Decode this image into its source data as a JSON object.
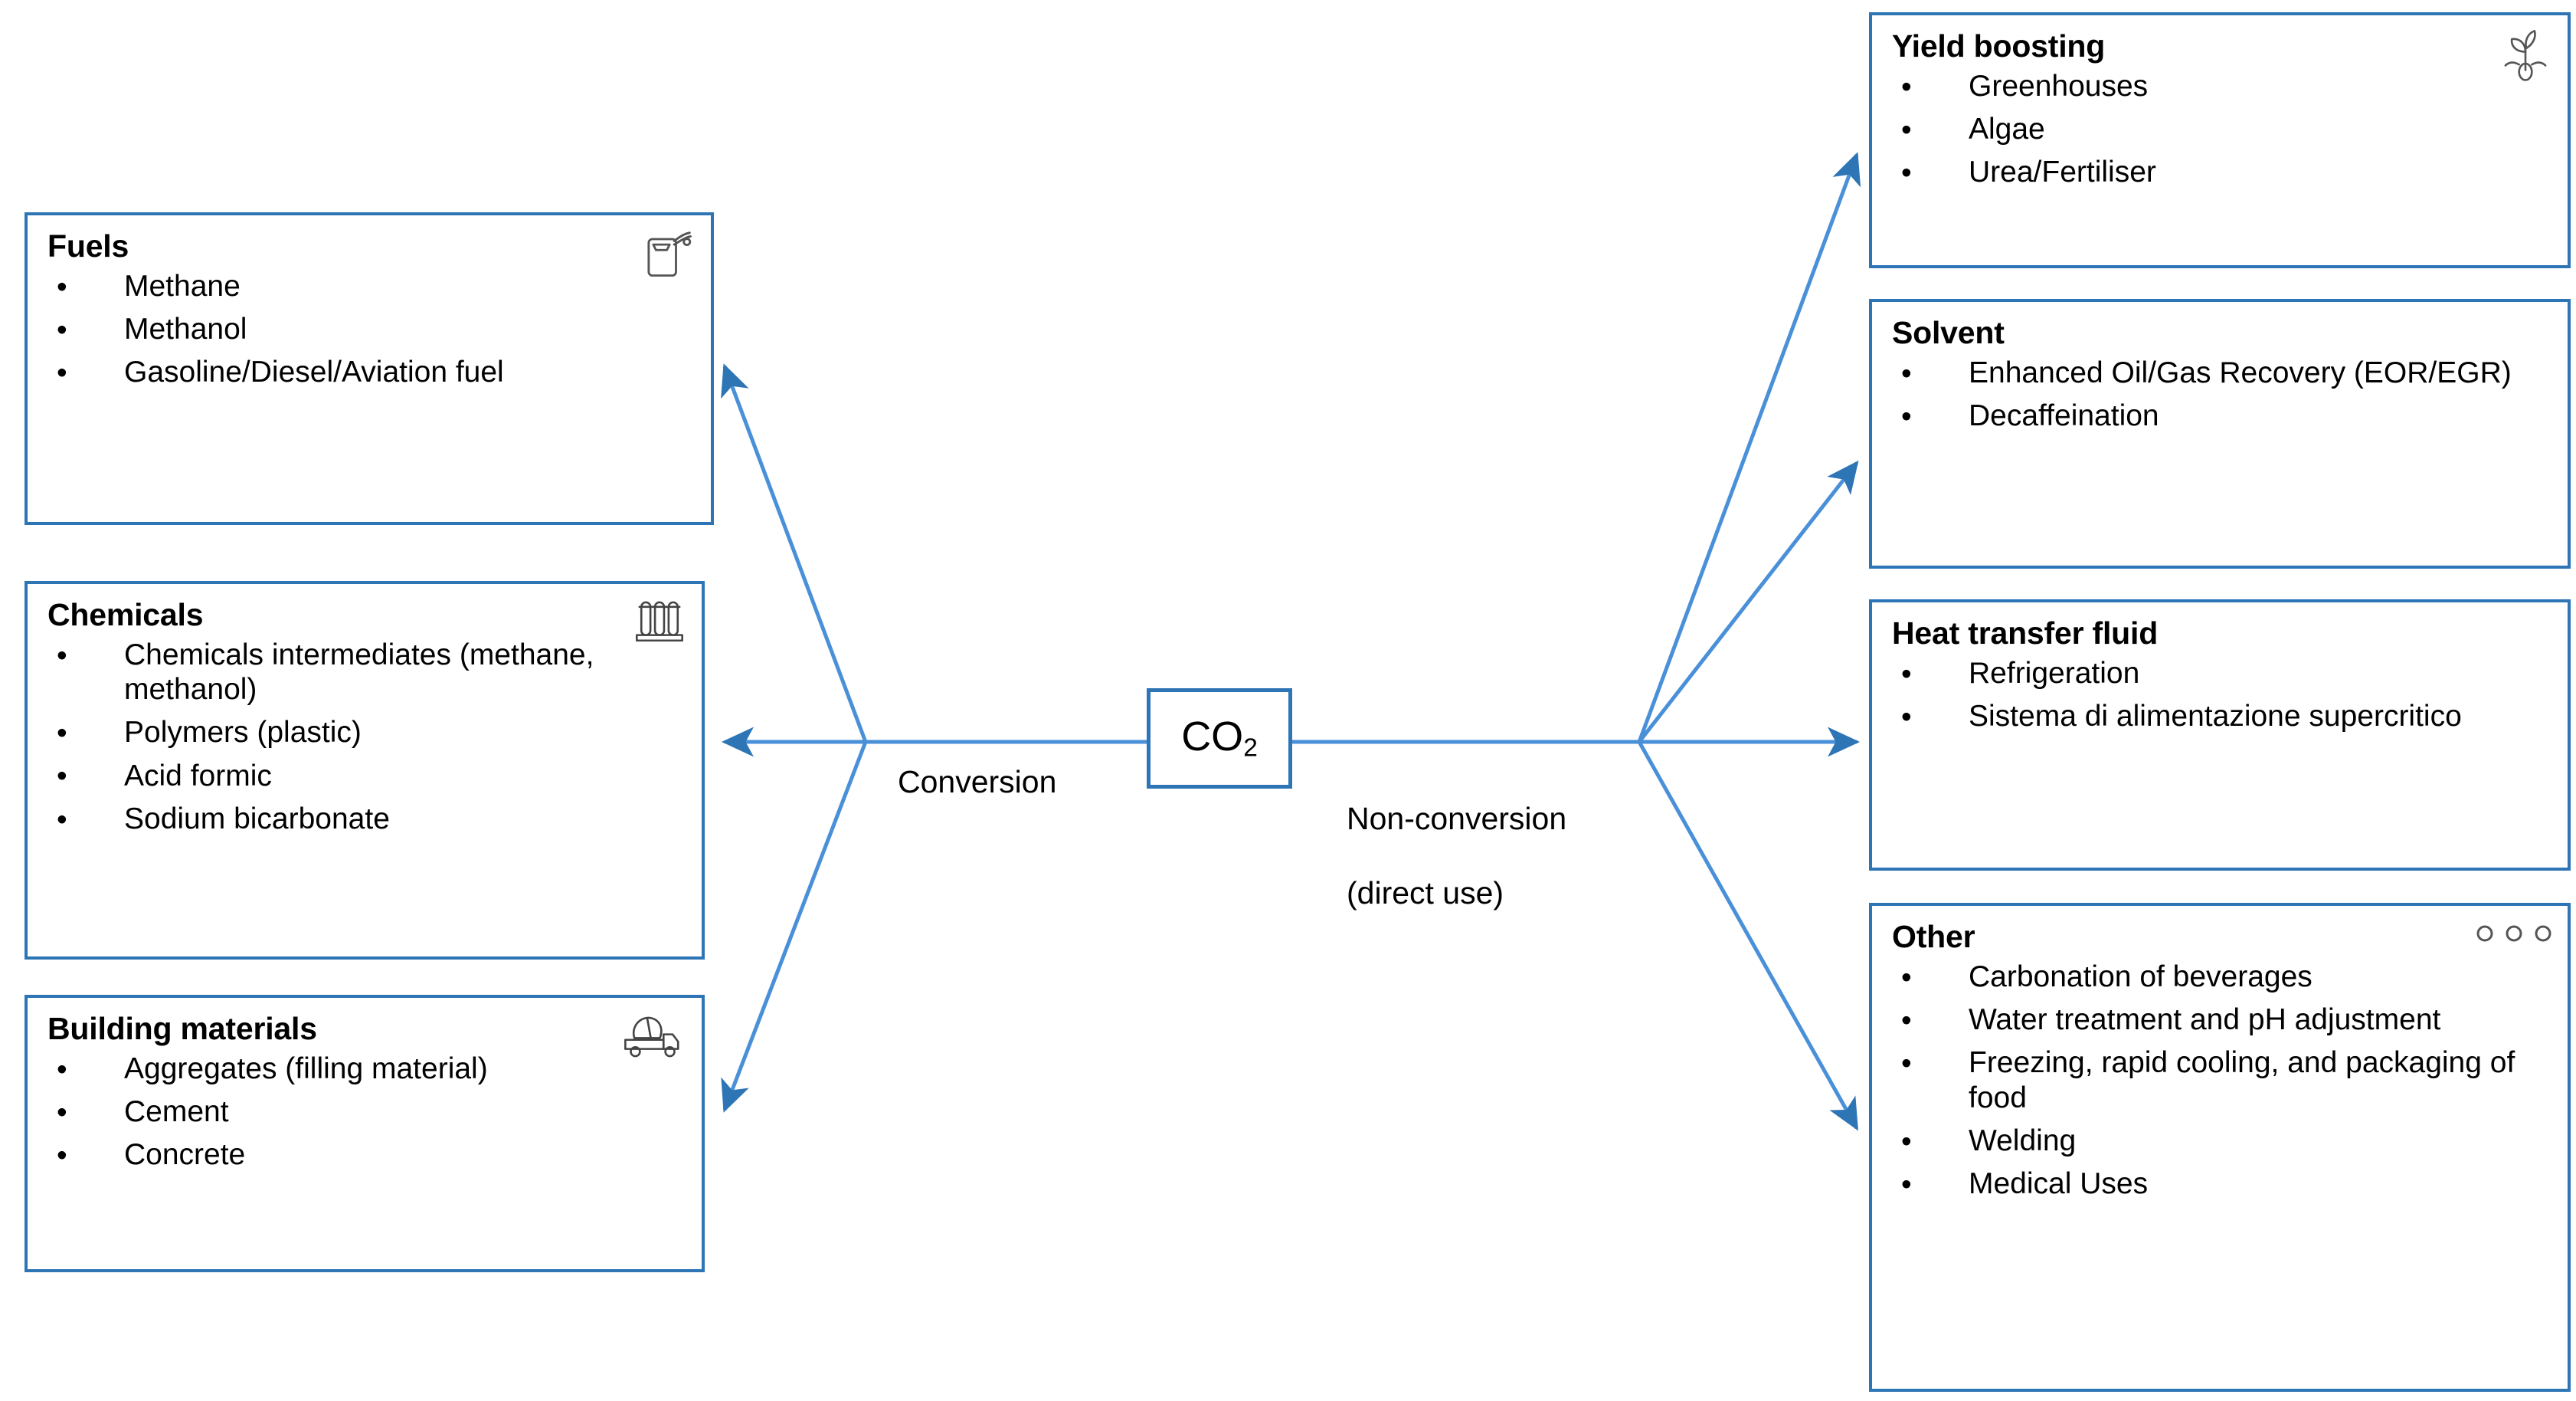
{
  "center": {
    "node_label": "CO",
    "node_subscript": "2",
    "accent_color": "#2E75B6",
    "line_color": "#4A90D9"
  },
  "branches": {
    "left_label": "Conversion",
    "right_label_line1": "Non-conversion",
    "right_label_line2": "(direct use)"
  },
  "left_cards": [
    {
      "title": "Fuels",
      "icon": "jerrycan-icon",
      "bullets": [
        "Methane",
        "Methanol",
        "Gasoline/Diesel/Aviation fuel"
      ]
    },
    {
      "title": "Chemicals",
      "icon": "test-tubes-icon",
      "bullets": [
        "Chemicals intermediates (methane, methanol)",
        "Polymers (plastic)",
        "Acid formic",
        "Sodium bicarbonate"
      ]
    },
    {
      "title": "Building materials",
      "icon": "cement-mixer-truck-icon",
      "bullets": [
        "Aggregates (filling material)",
        "Cement",
        "Concrete"
      ]
    }
  ],
  "right_cards": [
    {
      "title": "Yield boosting",
      "icon": "seedling-icon",
      "bullets": [
        "Greenhouses",
        "Algae",
        "Urea/Fertiliser"
      ]
    },
    {
      "title": "Solvent",
      "icon": "none",
      "bullets": [
        "Enhanced Oil/Gas Recovery (EOR/EGR)",
        "Decaffeination"
      ]
    },
    {
      "title": "Heat transfer fluid",
      "icon": "none",
      "bullets": [
        "Refrigeration",
        "Sistema di alimentazione supercritico"
      ]
    },
    {
      "title": "Other",
      "icon": "three-bubbles-icon",
      "bullets": [
        "Carbonation of beverages",
        "Water treatment and pH adjustment",
        "Freezing, rapid cooling, and packaging of food",
        "Welding",
        "Medical Uses"
      ]
    }
  ],
  "bullet_glyph": "•"
}
